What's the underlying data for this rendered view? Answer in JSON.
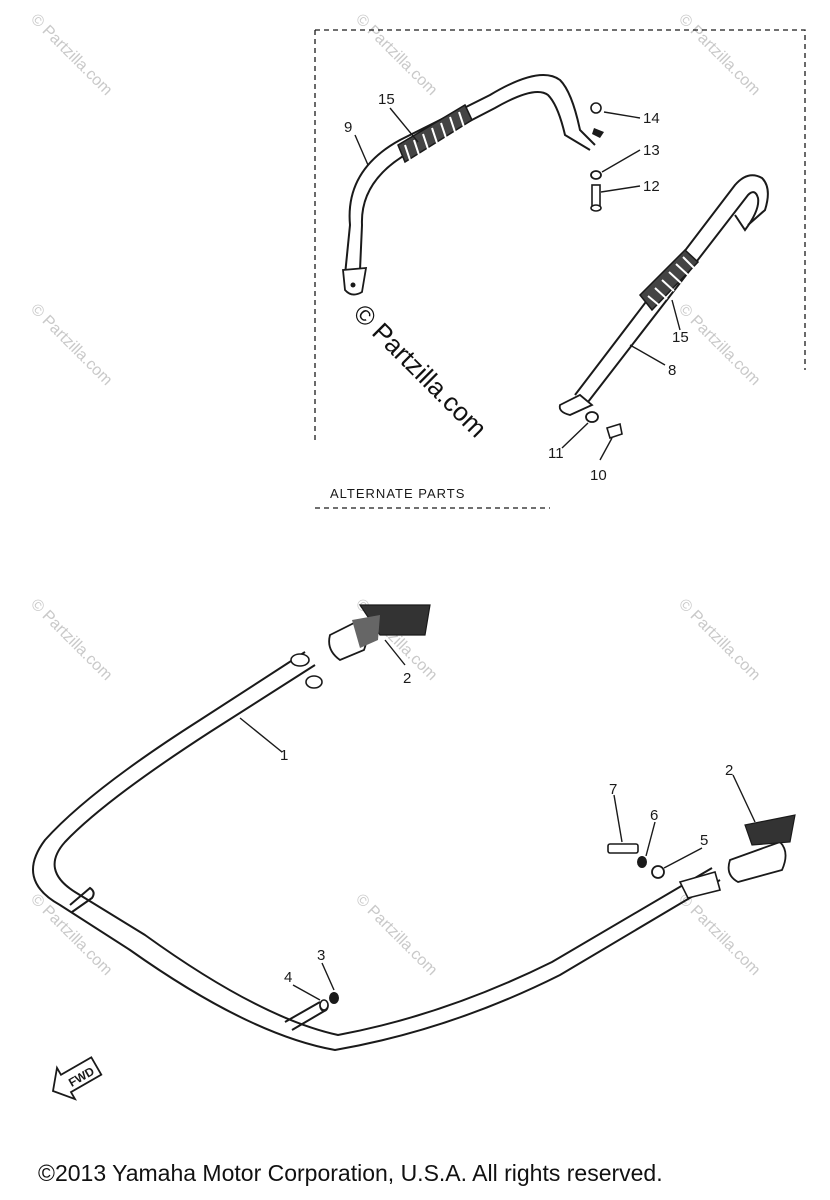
{
  "watermark": {
    "small_text": "© Partzilla.com",
    "center_text": "© Partzilla.com"
  },
  "alternate_parts_label": "ALTERNATE PARTS",
  "fwd_label": "FWD",
  "copyright": "©2013 Yamaha Motor Corporation, U.S.A. All rights reserved.",
  "callouts": {
    "p1": "1",
    "p2a": "2",
    "p2b": "2",
    "p3": "3",
    "p4": "4",
    "p5": "5",
    "p6": "6",
    "p7": "7",
    "p8": "8",
    "p9": "9",
    "p10": "10",
    "p11": "11",
    "p12": "12",
    "p13": "13",
    "p14": "14",
    "p15a": "15",
    "p15b": "15"
  }
}
